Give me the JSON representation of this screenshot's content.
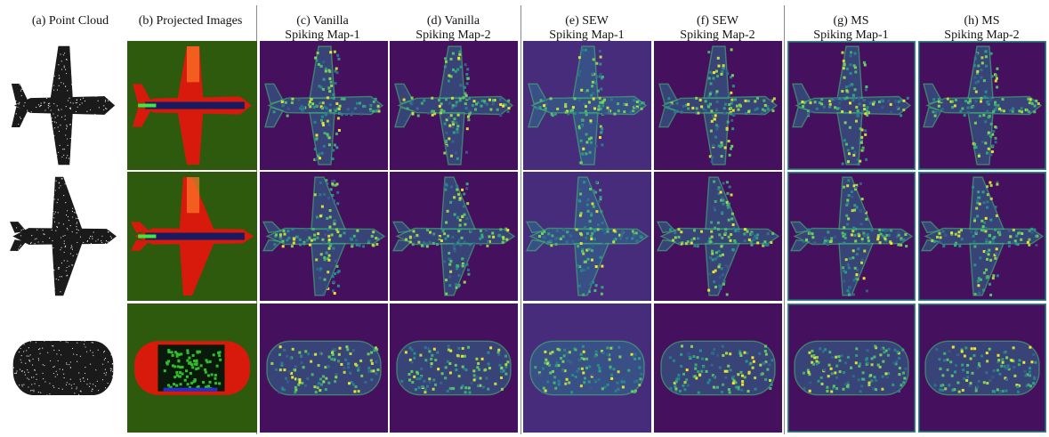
{
  "figure": {
    "headers": [
      {
        "line1": "(a) Point Cloud",
        "line2": ""
      },
      {
        "line1": "(b) Projected Images",
        "line2": ""
      },
      {
        "line1": "(c) Vanilla",
        "line2": "Spiking Map-1"
      },
      {
        "line1": "(d) Vanilla",
        "line2": "Spiking Map-2"
      },
      {
        "line1": "(e) SEW",
        "line2": "Spiking Map-1"
      },
      {
        "line1": "(f) SEW",
        "line2": "Spiking Map-2"
      },
      {
        "line1": "(g) MS",
        "line2": "Spiking Map-1"
      },
      {
        "line1": "(h) MS",
        "line2": "Spiking Map-2"
      }
    ],
    "rows": [
      {
        "object": "airplane-straight-wing"
      },
      {
        "object": "airplane-swept-wing"
      },
      {
        "object": "car-top-view"
      }
    ],
    "colors": {
      "map_background": "#45105e",
      "sew_map1_background": "#482c7c",
      "projection_background": "#2d5a0d",
      "point_cloud": "#1a1a1a",
      "separator": "#8a8a8a"
    }
  }
}
